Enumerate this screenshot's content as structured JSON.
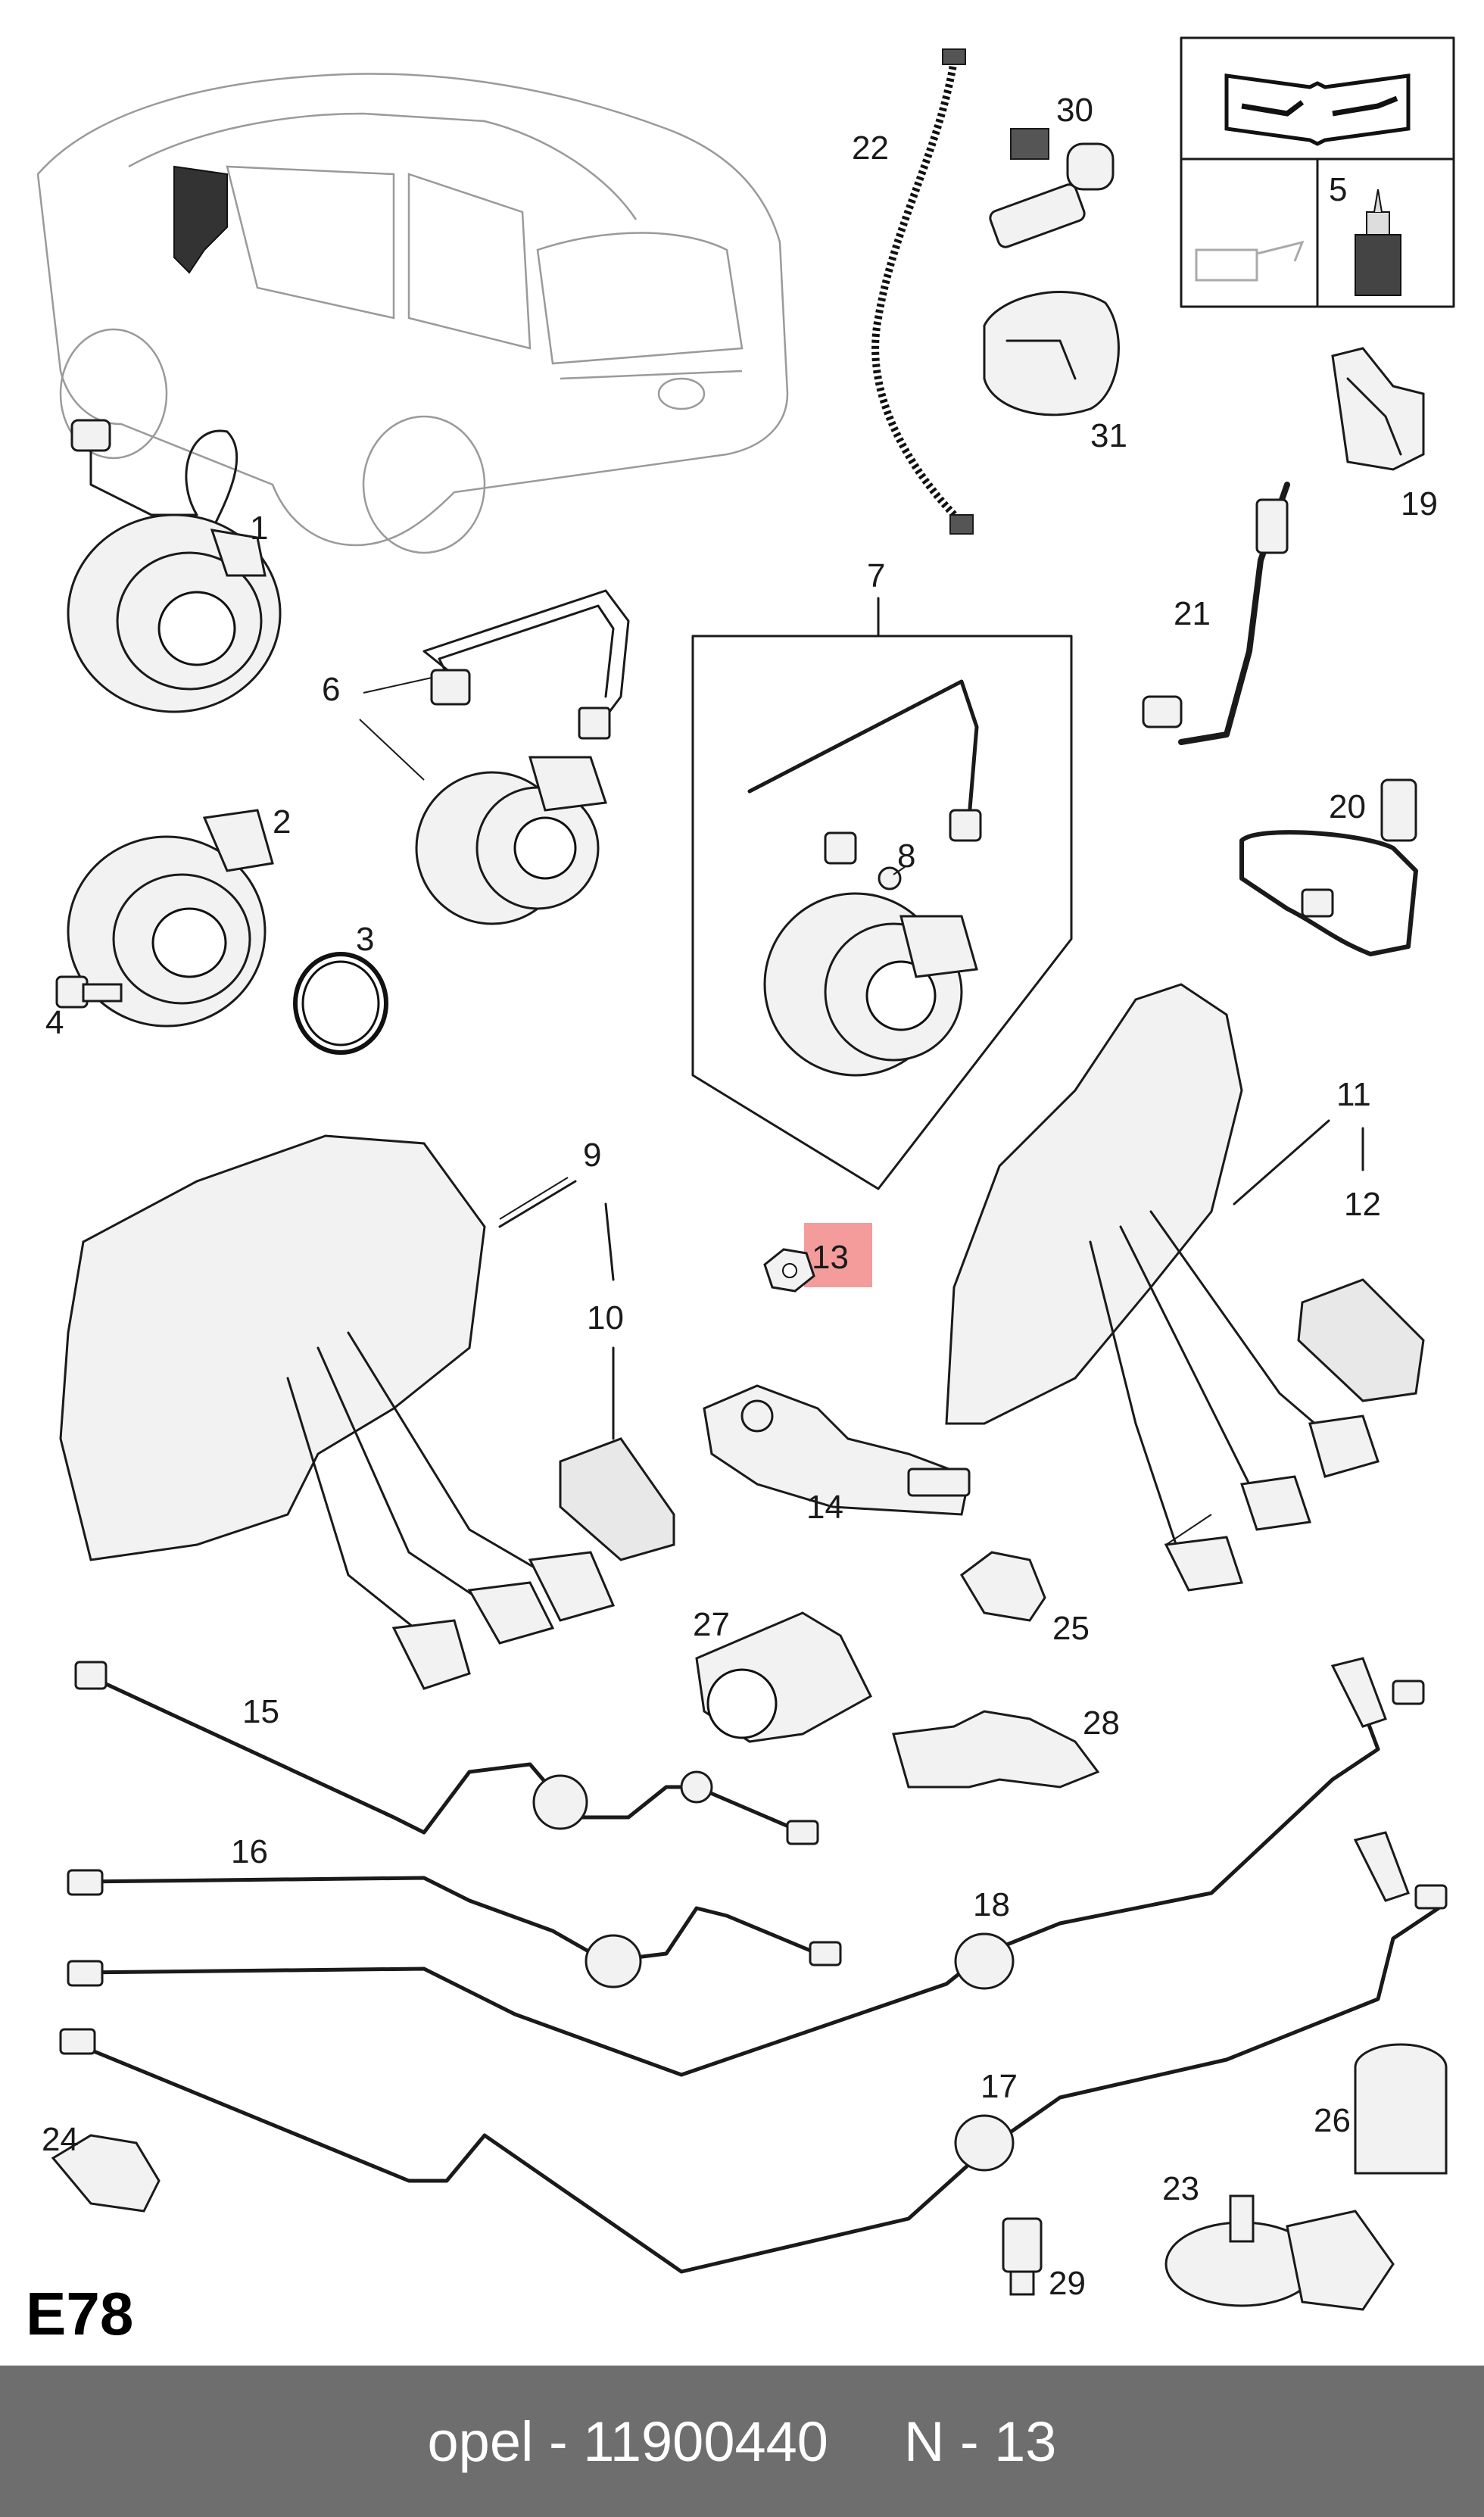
{
  "diagram": {
    "page_code": "E78",
    "highlight_color": "#f28b8b",
    "highlighted_callout": "13",
    "callouts": [
      "1",
      "2",
      "3",
      "4",
      "5",
      "6",
      "7",
      "8",
      "9",
      "10",
      "11",
      "12",
      "13",
      "14",
      "15",
      "16",
      "17",
      "18",
      "19",
      "20",
      "21",
      "22",
      "23",
      "24",
      "25",
      "26",
      "27",
      "28",
      "29",
      "30",
      "31"
    ],
    "icons": [
      "car-outline-icon",
      "service-manual-icon",
      "lubricant-can-icon",
      "adhesive-bottle-icon"
    ]
  },
  "footer": {
    "brand_part": "opel - 11900440",
    "callout_ref": "N - 13"
  }
}
